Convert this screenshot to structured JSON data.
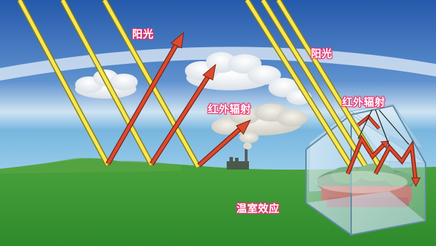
{
  "labels": {
    "sunlight_left": "阳光",
    "sunlight_right": "阳光",
    "infrared_left": "红外辐射",
    "infrared_right": "红外辐射",
    "greenhouse_effect": "温室效应"
  },
  "colors": {
    "label_accent": "#e8356f",
    "sky_top": "#2a5fb0",
    "sky_horizon": "#cfe3f2",
    "ground": "#3f9a35",
    "sun_ray": "#f3e34a",
    "ir_arrow": "#d9472c"
  }
}
